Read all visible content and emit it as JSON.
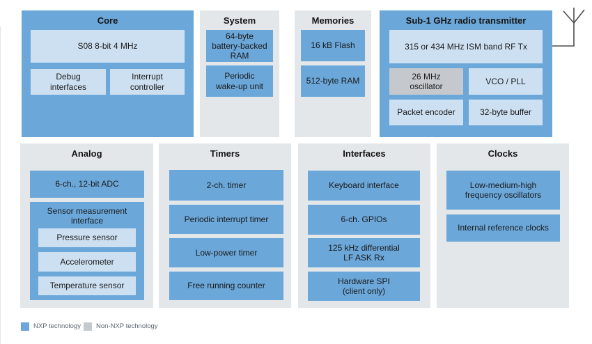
{
  "diagram": {
    "core": {
      "title": "Core",
      "cpu": "S08 8-bit 4 MHz",
      "debug": "Debug\ninterfaces",
      "interrupt": "Interrupt\ncontroller"
    },
    "system": {
      "title": "System",
      "battery_ram": "64-byte\nbattery-backed\nRAM",
      "wakeup": "Periodic\nwake-up unit"
    },
    "memories": {
      "title": "Memories",
      "flash": "16 kB Flash",
      "ram": "512-byte RAM"
    },
    "radio": {
      "title": "Sub-1 GHz radio transmitter",
      "rf_tx": "315 or 434 MHz ISM band RF Tx",
      "oscillator": "26 MHz\noscillator",
      "vco": "VCO / PLL",
      "encoder": "Packet encoder",
      "buffer": "32-byte buffer"
    },
    "analog": {
      "title": "Analog",
      "adc": "6-ch., 12-bit ADC",
      "sensor_interface": "Sensor measurement\ninterface",
      "pressure": "Pressure sensor",
      "accelerometer": "Accelerometer",
      "temperature": "Temperature sensor"
    },
    "timers": {
      "title": "Timers",
      "t1": "2-ch. timer",
      "t2": "Periodic interrupt timer",
      "t3": "Low-power timer",
      "t4": "Free running counter"
    },
    "interfaces": {
      "title": "Interfaces",
      "i1": "Keyboard interface",
      "i2": "6-ch. GPIOs",
      "i3": "125 kHz differential\nLF ASK Rx",
      "i4": "Hardware SPI\n(client only)"
    },
    "clocks": {
      "title": "Clocks",
      "c1": "Low-medium-high\nfrequency oscillators",
      "c2": "Internal reference clocks"
    }
  },
  "legend": {
    "nxp": "NXP technology",
    "non_nxp": "Non-NXP technology"
  },
  "icons": {
    "antenna": "antenna-icon"
  },
  "colors": {
    "nxp_blue": "#6ba7d9",
    "light_blue": "#cde0f2",
    "panel_gray": "#e3e7ea",
    "non_nxp_gray": "#c5c9cd",
    "antenna_line": "#4d4d4d",
    "legend_text": "#5b6670"
  }
}
